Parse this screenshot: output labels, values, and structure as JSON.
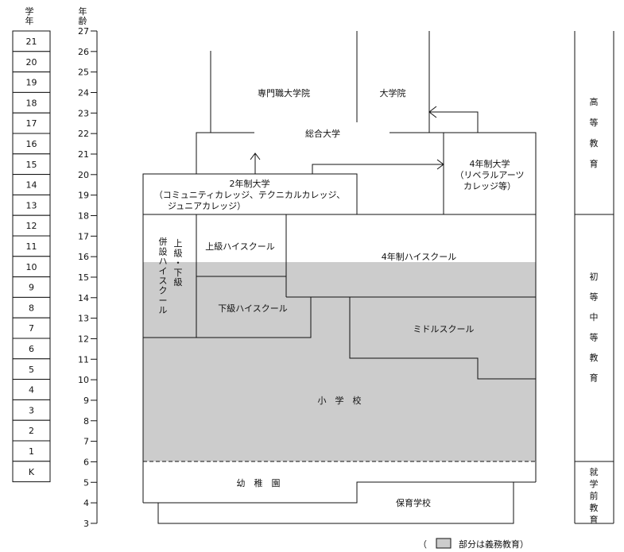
{
  "grade_header": [
    "学",
    "年"
  ],
  "age_header": [
    "年",
    "齢"
  ],
  "grades": [
    "21",
    "20",
    "19",
    "18",
    "17",
    "16",
    "15",
    "14",
    "13",
    "12",
    "11",
    "10",
    "9",
    "8",
    "7",
    "6",
    "5",
    "4",
    "3",
    "2",
    "1",
    "K"
  ],
  "ages": [
    "27",
    "26",
    "25",
    "24",
    "23",
    "22",
    "21",
    "20",
    "19",
    "18",
    "17",
    "16",
    "15",
    "14",
    "13",
    "12",
    "11",
    "10",
    "9",
    "8",
    "7",
    "6",
    "5",
    "4",
    "3"
  ],
  "labels": {
    "professional_grad": "専門職大学院",
    "grad_school": "大学院",
    "comprehensive_univ": "総合大学",
    "two_year_line1": "2年制大学",
    "two_year_line2": "（コミュニティカレッジ、テクニカルカレッジ、",
    "two_year_line3": "ジュニアカレッジ）",
    "four_year_line1": "4年制大学",
    "four_year_line2": "（リベラルアーツ",
    "four_year_line3": "カレッジ等）",
    "combined_hs_1": "併設ハイスクール",
    "combined_hs_2": "上級・下級",
    "upper_hs": "上級ハイスクール",
    "four_year_hs": "4年制ハイスクール",
    "lower_hs": "下級ハイスクール",
    "middle_school": "ミドルスクール",
    "elementary": "小　学　校",
    "kindergarten": "幼　稚　園",
    "nursery": "保育学校",
    "higher_ed": "高等教育",
    "primary_secondary": "初等中等教育",
    "preschool": "就学前教育",
    "legend_open": "（",
    "legend_text": "部分は義務教育）"
  },
  "colors": {
    "compulsory": "#cccccc",
    "line": "#111111"
  }
}
